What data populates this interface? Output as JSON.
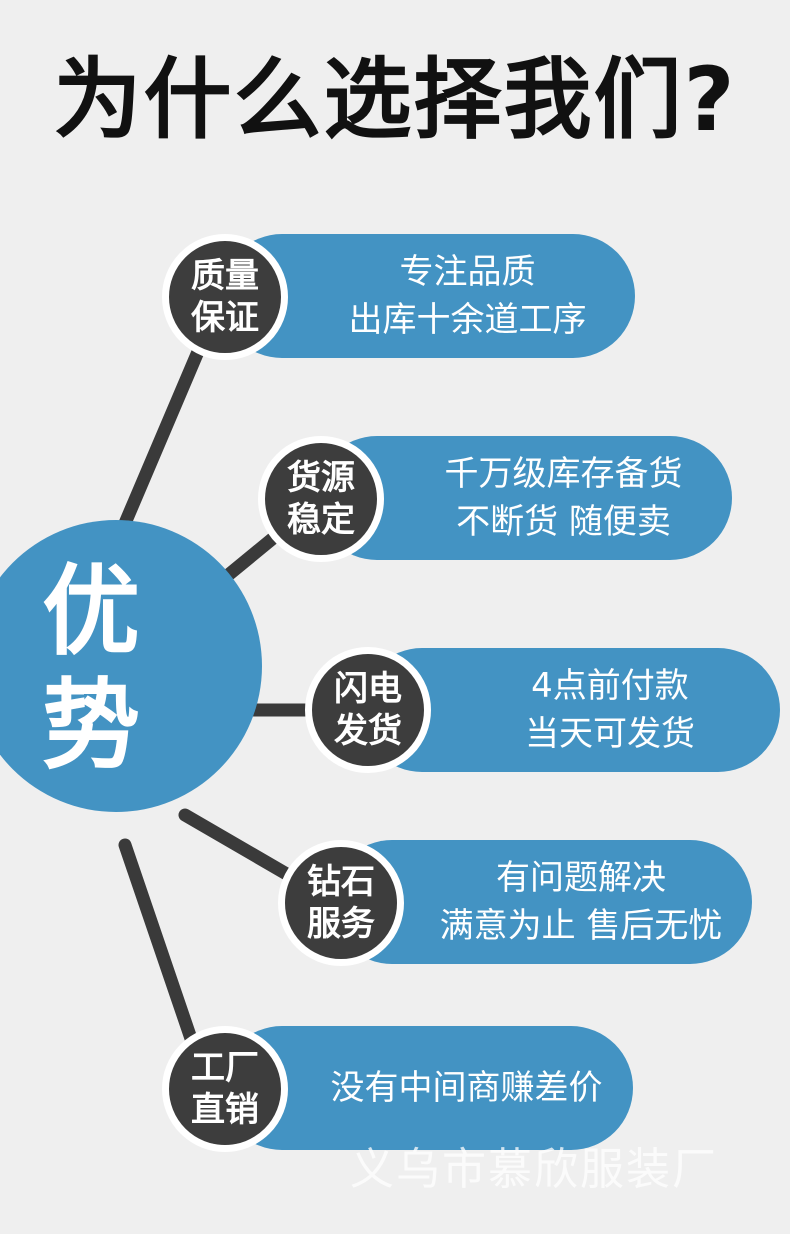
{
  "title": "为什么选择我们?",
  "hub": {
    "line1": "优",
    "line2": "势"
  },
  "items": [
    {
      "badge_line1": "质量",
      "badge_line2": "保证",
      "text_line1": "专注品质",
      "text_line2": "出库十余道工序"
    },
    {
      "badge_line1": "货源",
      "badge_line2": "稳定",
      "text_line1": "千万级库存备货",
      "text_line2": "不断货 随便卖"
    },
    {
      "badge_line1": "闪电",
      "badge_line2": "发货",
      "text_line1": "4点前付款",
      "text_line2": "当天可发货"
    },
    {
      "badge_line1": "钻石",
      "badge_line2": "服务",
      "text_line1": "有问题解决",
      "text_line2": "满意为止 售后无忧"
    },
    {
      "badge_line1": "工厂",
      "badge_line2": "直销",
      "text_line1": "没有中间商赚差价",
      "text_line2": ""
    }
  ],
  "watermark": "义乌市慕欣服装厂",
  "colors": {
    "background": "#efefef",
    "accent_blue": "#4393c3",
    "badge_dark": "#3d3d3d",
    "title_text": "#111111"
  }
}
